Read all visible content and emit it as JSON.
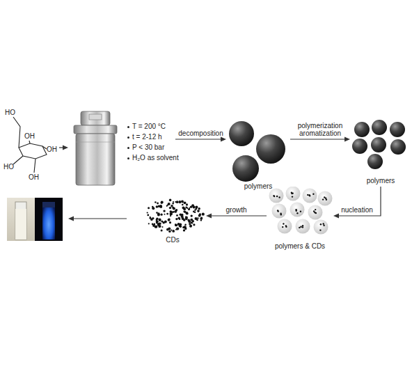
{
  "diagram": {
    "nodes": [
      {
        "text": [
          "HO",
          "OH",
          "OH",
          "HO",
          "OH"
        ]
      },
      {
        "text": [
          "T = 200 °C",
          "t = 2-12 h",
          "P < 30 bar",
          "H₂O as solvent"
        ]
      },
      {
        "text": [
          "polymers"
        ]
      },
      {
        "text": [
          "polymers"
        ]
      },
      {
        "text": [
          "polymers & CDs"
        ]
      },
      {
        "text": [
          "CDs"
        ]
      }
    ],
    "edges": [
      {
        "from": 0,
        "to": 1,
        "arrow": "to"
      },
      {
        "from": 1,
        "to": 2,
        "label": "decomposition",
        "arrow": "to"
      },
      {
        "from": 2,
        "to": 3,
        "label": "polymerization aromatization",
        "arrow": "to"
      },
      {
        "from": 3,
        "to": 4,
        "label": "nucleation",
        "arrow": "to"
      },
      {
        "from": 4,
        "to": 5,
        "label": "growth",
        "arrow": "to"
      }
    ]
  }
}
